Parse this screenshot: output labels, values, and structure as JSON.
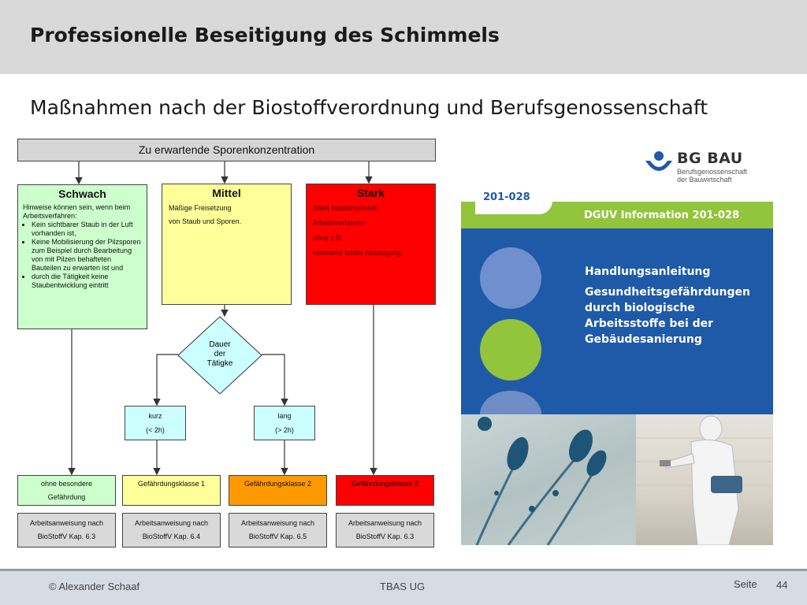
{
  "slide": {
    "title": "Professionelle Beseitigung des Schimmels",
    "subtitle": "Maßnahmen nach der Biostoffverordnung und Berufsgenossenschaft"
  },
  "flowchart": {
    "header": "Zu erwartende Sporenkonzentration",
    "levels": {
      "schwach": {
        "title": "Schwach",
        "intro": "Hinweise können sein, wenn beim Arbeitsverfahren:",
        "bullets": [
          "Kein sichtbarer Staub in der Luft vorhanden ist,",
          "Keine Mobilisierung der Pilzsporen zum Beispiel durch Bearbeitung von mit Pilzen behafteten Bauteilen zu erwarten ist und",
          "durch die Tätigkeit keine Staubentwicklung eintritt"
        ]
      },
      "mittel": {
        "title": "Mittel",
        "line1": "Mäßige Freisetzung",
        "line2": "von Staub und Sporen."
      },
      "stark": {
        "title": "Stark",
        "line1": "Stark staubintensive",
        "line2": "Arbeitsverfahren",
        "line3": "ohne z.B.",
        "line4": "wirksame lokale Absaugung."
      }
    },
    "decision": {
      "line1": "Dauer",
      "line2": "der",
      "line3": "Tätigke"
    },
    "durations": [
      {
        "line1": "kurz",
        "line2": "(< 2h)"
      },
      {
        "line1": "lang",
        "line2": "(> 2h)"
      }
    ],
    "klassen": [
      {
        "line1": "ohne besondere",
        "line2": "Gefährdung"
      },
      {
        "line1": "Gefährdungsklasse 1",
        "line2": ""
      },
      {
        "line1": "Gefährdungsklasse 2",
        "line2": ""
      },
      {
        "line1": "Gefährdungsklasse 3",
        "line2": ""
      }
    ],
    "anweisungen": [
      {
        "line1": "Arbeitsanweisung nach",
        "line2": "BioStoffV Kap. 6.3"
      },
      {
        "line1": "Arbeitsanweisung nach",
        "line2": "BioStoffV Kap. 6.4"
      },
      {
        "line1": "Arbeitsanweisung nach",
        "line2": "BioStoffV Kap. 6.5"
      },
      {
        "line1": "Arbeitsanweisung nach",
        "line2": "BioStoffV Kap. 6.3"
      }
    ],
    "colors": {
      "schwach": "#ccffcc",
      "mittel": "#ffff99",
      "stark": "#ff0000",
      "klasse_2": "#ff9900",
      "duration": "#ccffff"
    }
  },
  "document": {
    "logo_name": "BG BAU",
    "logo_sub1": "Berufsgenossenschaft",
    "logo_sub2": "der Bauwirtschaft",
    "number": "201-028",
    "series": "DGUV Information 201-028",
    "heading": "Handlungsanleitung",
    "body1": "Gesundheitsgefährdungen",
    "body2": "durch biologische",
    "body3": "Arbeitsstoffe bei der",
    "body4": "Gebäudesanierung",
    "colors": {
      "blue": "#1f5aa8",
      "green": "#92c43c",
      "circle_light": "#6f8fcf",
      "circle_green": "#92c43c"
    }
  },
  "footer": {
    "author": "© Alexander Schaaf",
    "org": "TBAS UG",
    "page_label": "Seite",
    "page_number": "44"
  }
}
